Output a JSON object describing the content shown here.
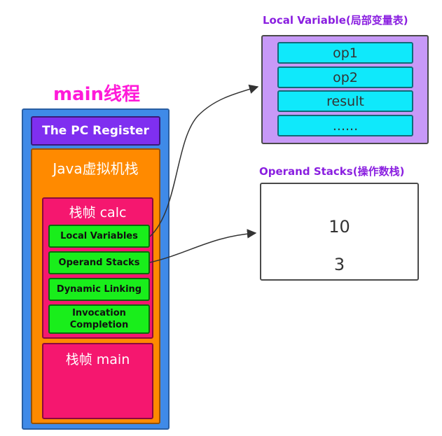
{
  "thread": {
    "title": "main线程",
    "pc_register": "The PC Register",
    "java_stack": "Java虚拟机栈",
    "frame_calc": {
      "title": "栈帧  calc",
      "items": [
        "Local Variables",
        "Operand Stacks",
        "Dynamic Linking",
        "Invocation\nCompletion"
      ]
    },
    "frame_main": {
      "title": "栈帧  main"
    }
  },
  "local_variable": {
    "title": "Local Variable(局部变量表)",
    "slots": [
      "op1",
      "op2",
      "result",
      "......"
    ]
  },
  "operand_stack": {
    "title": "Operand Stacks(操作数栈)",
    "values": [
      "10",
      "3"
    ]
  },
  "colors": {
    "thread": "#3f8ae8",
    "pc_register": "#7f2ff0",
    "java_stack": "#ff8a00",
    "frame": "#f5176f",
    "frame_item": "#19ee1b",
    "local_variable_box": "#c799f7",
    "slot": "#0fe9fb",
    "title_main": "#ff1ad9",
    "title_side": "#8a1fe0"
  }
}
